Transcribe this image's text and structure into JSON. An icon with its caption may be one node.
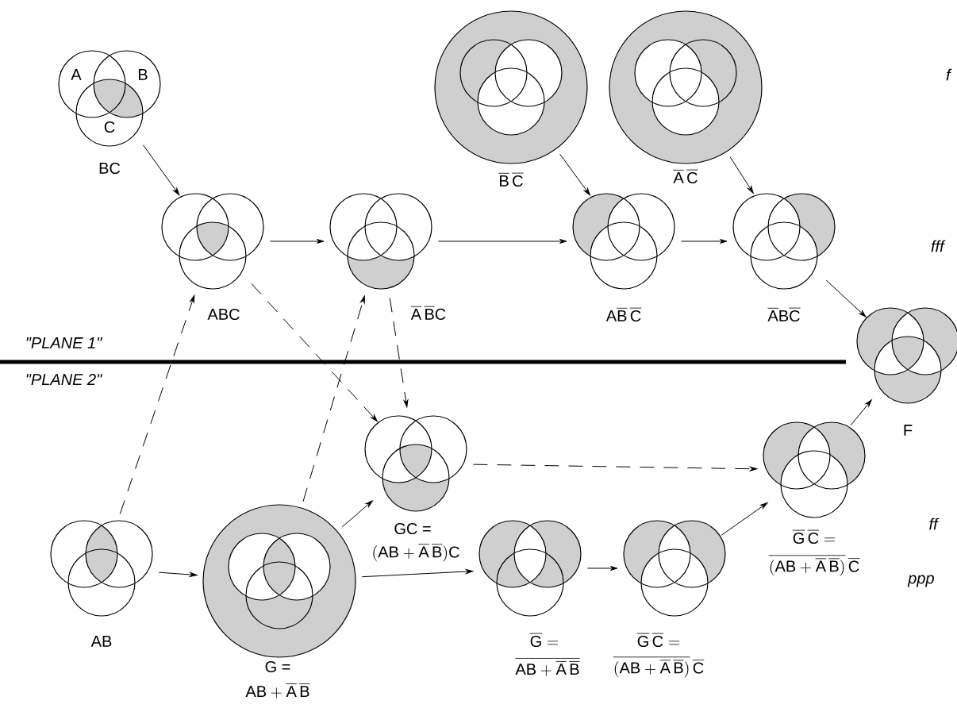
{
  "diagram": {
    "nodes": [
      {
        "text": [
          "A",
          "B",
          "C",
          "BC"
        ]
      },
      {
        "text": [
          "\\mathsf{\\overline{B}\\,\\overline{C}}"
        ]
      },
      {
        "text": [
          "\\mathsf{\\overline{A}\\,\\overline{C}}"
        ]
      },
      {
        "text": [
          "ABC"
        ]
      },
      {
        "text": [
          "\\mathsf{\\overline{A}\\,\\overline{B}C}"
        ]
      },
      {
        "text": [
          "\\mathsf{A\\overline{B}\\,\\overline{C}}"
        ]
      },
      {
        "text": [
          "\\mathsf{\\overline{A}B\\overline{C}}"
        ]
      },
      {
        "text": [
          "F"
        ]
      },
      {
        "text": [
          "GC =",
          "\\mathsf{(AB+\\overline{A}\\,\\overline{B})C}"
        ]
      },
      {
        "text": [
          "\\mathsf{\\overline{G}\\,\\overline{C}=}",
          "\\mathsf{\\overline{(AB+\\overline{A}\\,\\overline{B})}\\,\\overline{C}}"
        ]
      },
      {
        "text": [
          "AB"
        ]
      },
      {
        "text": [
          "G =",
          "\\mathsf{AB+\\overline{A}\\,\\overline{B}}"
        ]
      },
      {
        "text": [
          "\\mathsf{\\overline{G}=}",
          "\\mathsf{\\overline{AB+\\overline{A}\\,\\overline{B}}}"
        ]
      },
      {
        "text": [
          "\\mathsf{\\overline{G}\\,\\overline{C}=}",
          "\\mathsf{\\overline{(AB+\\overline{A}\\,\\overline{B})}\\,\\overline{C}}"
        ]
      }
    ],
    "edges": [
      {
        "from": 0,
        "to": 3,
        "arrow": "to"
      },
      {
        "from": 3,
        "to": 4,
        "arrow": "to"
      },
      {
        "from": 4,
        "to": 5,
        "arrow": "to"
      },
      {
        "from": 5,
        "to": 6,
        "arrow": "to"
      },
      {
        "from": 1,
        "to": 5,
        "arrow": "to"
      },
      {
        "from": 2,
        "to": 6,
        "arrow": "to"
      },
      {
        "from": 6,
        "to": 7,
        "arrow": "to"
      },
      {
        "from": 10,
        "to": 3,
        "arrow": "to",
        "style": "dashed"
      },
      {
        "from": 11,
        "to": 4,
        "arrow": "to",
        "style": "dashed"
      },
      {
        "from": 3,
        "to": 8,
        "arrow": "to",
        "style": "dashed"
      },
      {
        "from": 4,
        "to": 8,
        "arrow": "to",
        "style": "dashed"
      },
      {
        "from": 10,
        "to": 11,
        "arrow": "to"
      },
      {
        "from": 11,
        "to": 8,
        "arrow": "to"
      },
      {
        "from": 11,
        "to": 12,
        "arrow": "to"
      },
      {
        "from": 12,
        "to": 13,
        "arrow": "to"
      },
      {
        "from": 13,
        "to": 9,
        "arrow": "to"
      },
      {
        "from": 8,
        "to": 9,
        "arrow": "to",
        "style": "dashed"
      },
      {
        "from": 9,
        "to": 7,
        "arrow": "to"
      }
    ],
    "labels": [
      "f",
      "fff",
      "\"PLANE 1\"",
      "\"PLANE 2\"",
      "ff",
      "ppp"
    ]
  }
}
